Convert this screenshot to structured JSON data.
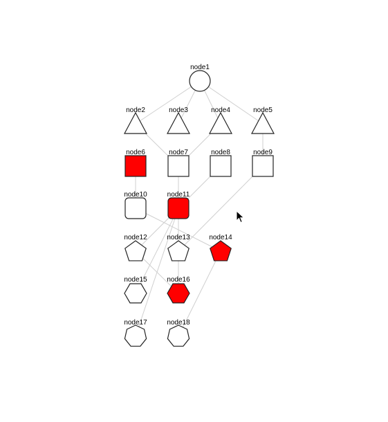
{
  "colors": {
    "highlight": "#ff0000",
    "normal": "#ffffff",
    "edge": "#cfcfcf",
    "stroke": "#222222"
  },
  "nodes": [
    {
      "id": "node1",
      "label": "node1",
      "shape": "circle",
      "highlighted": false
    },
    {
      "id": "node2",
      "label": "node2",
      "shape": "triangle",
      "highlighted": false
    },
    {
      "id": "node3",
      "label": "node3",
      "shape": "triangle",
      "highlighted": false
    },
    {
      "id": "node4",
      "label": "node4",
      "shape": "triangle",
      "highlighted": false
    },
    {
      "id": "node5",
      "label": "node5",
      "shape": "triangle",
      "highlighted": false
    },
    {
      "id": "node6",
      "label": "node6",
      "shape": "square",
      "highlighted": true
    },
    {
      "id": "node7",
      "label": "node7",
      "shape": "square",
      "highlighted": false
    },
    {
      "id": "node8",
      "label": "node8",
      "shape": "square",
      "highlighted": false
    },
    {
      "id": "node9",
      "label": "node9",
      "shape": "square",
      "highlighted": false
    },
    {
      "id": "node10",
      "label": "node10",
      "shape": "rounded-square",
      "highlighted": false
    },
    {
      "id": "node11",
      "label": "node11",
      "shape": "rounded-square",
      "highlighted": true
    },
    {
      "id": "node12",
      "label": "node12",
      "shape": "pentagon",
      "highlighted": false
    },
    {
      "id": "node13",
      "label": "node13",
      "shape": "pentagon",
      "highlighted": false
    },
    {
      "id": "node14",
      "label": "node14",
      "shape": "pentagon",
      "highlighted": true
    },
    {
      "id": "node15",
      "label": "node15",
      "shape": "hexagon",
      "highlighted": false
    },
    {
      "id": "node16",
      "label": "node16",
      "shape": "hexagon",
      "highlighted": true
    },
    {
      "id": "node17",
      "label": "node17",
      "shape": "heptagon",
      "highlighted": false
    },
    {
      "id": "node18",
      "label": "node18",
      "shape": "heptagon",
      "highlighted": false
    }
  ],
  "edges": [
    [
      "node1",
      "node2"
    ],
    [
      "node1",
      "node3"
    ],
    [
      "node1",
      "node4"
    ],
    [
      "node1",
      "node5"
    ],
    [
      "node2",
      "node7"
    ],
    [
      "node4",
      "node7"
    ],
    [
      "node5",
      "node9"
    ],
    [
      "node6",
      "node10"
    ],
    [
      "node7",
      "node11"
    ],
    [
      "node8",
      "node11"
    ],
    [
      "node9",
      "node13"
    ],
    [
      "node10",
      "node14"
    ],
    [
      "node11",
      "node12"
    ],
    [
      "node11",
      "node13"
    ],
    [
      "node11",
      "node15"
    ],
    [
      "node11",
      "node17"
    ],
    [
      "node13",
      "node16"
    ],
    [
      "node12",
      "node16"
    ],
    [
      "node14",
      "node18"
    ]
  ],
  "cursor": "arrow-pointer-icon"
}
